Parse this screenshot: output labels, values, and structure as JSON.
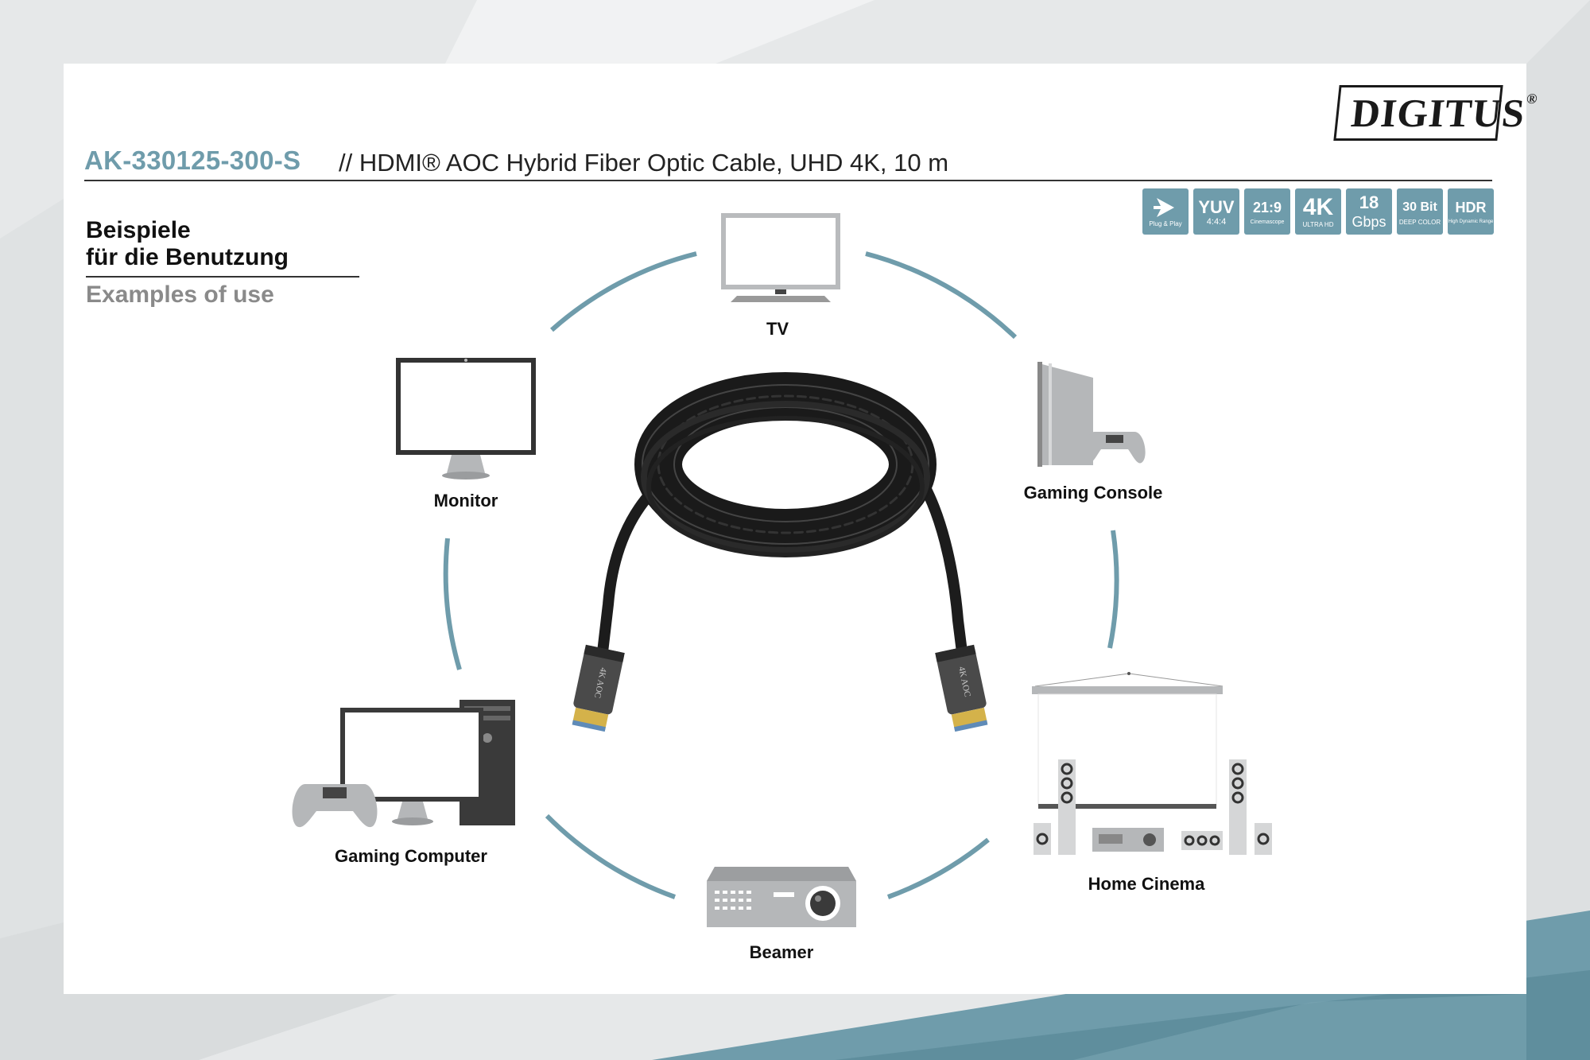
{
  "brand": {
    "logo_text": "DIGITUS",
    "logo_reg": "®"
  },
  "header": {
    "sku": "AK-330125-300-S",
    "description": "// HDMI® AOC Hybrid Fiber Optic Cable, UHD 4K, 10 m"
  },
  "badges": [
    {
      "icon": "plug-and-play-icon",
      "main": "",
      "sub": "Plug & Play"
    },
    {
      "main": "YUV",
      "sub": "4:4:4"
    },
    {
      "main": "21:9",
      "sub": "Cinemascope"
    },
    {
      "main": "4K",
      "sub": "ULTRA HD"
    },
    {
      "main": "18",
      "sub": "Gbps"
    },
    {
      "main": "30 Bit",
      "sub": "DEEP COLOR"
    },
    {
      "main": "HDR",
      "sub": "High Dynamic Range"
    }
  ],
  "usage": {
    "title_de_line1": "Beispiele",
    "title_de_line2": "für die Benutzung",
    "title_en": "Examples of use"
  },
  "devices": {
    "tv": "TV",
    "monitor": "Monitor",
    "gaming_console": "Gaming Console",
    "gaming_computer": "Gaming Computer",
    "home_cinema": "Home Cinema",
    "beamer": "Beamer"
  },
  "cable_connector_text": "4K AOC",
  "colors": {
    "accent": "#6f9cab",
    "device_gray": "#b5b7b9",
    "dark": "#1a1a1a"
  }
}
